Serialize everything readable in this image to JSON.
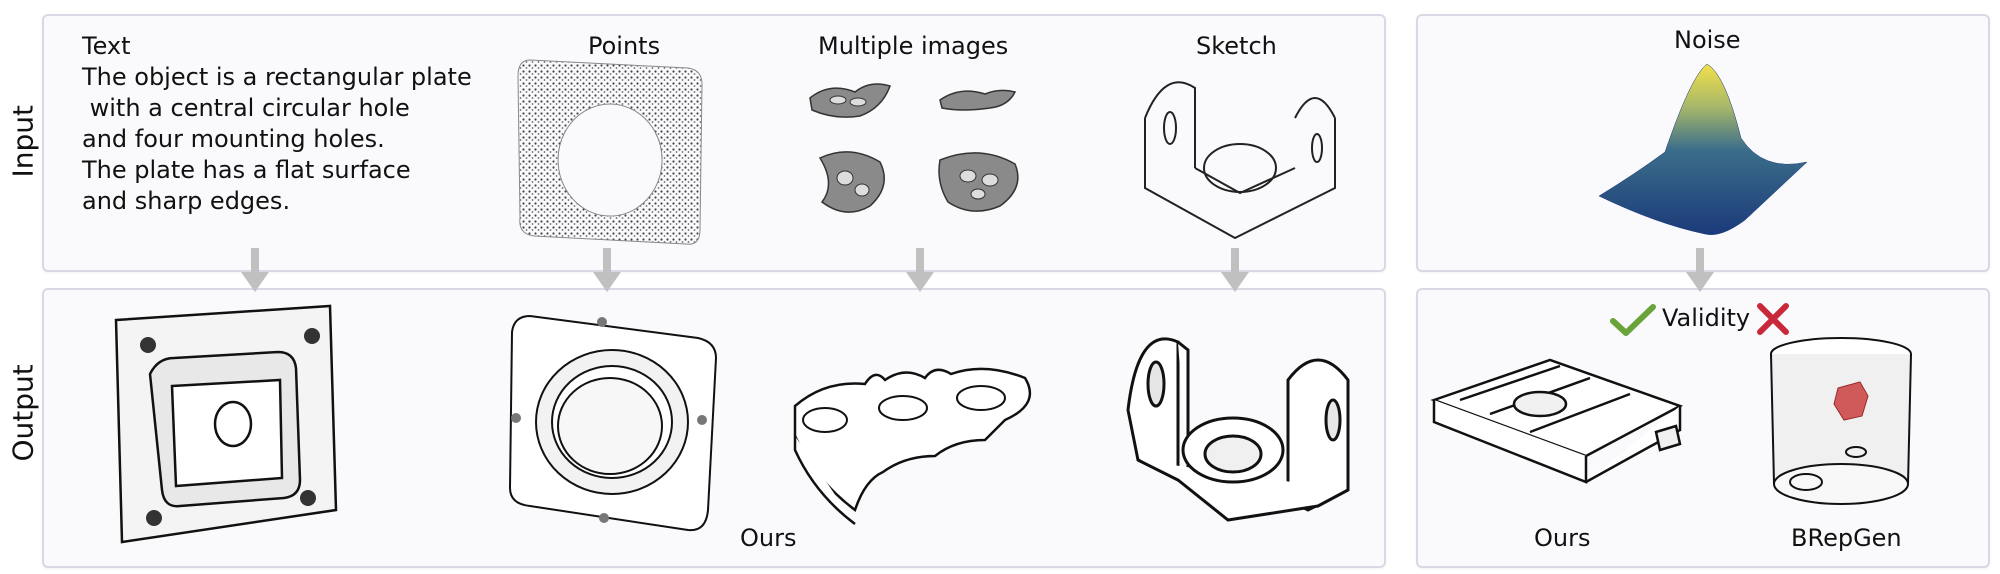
{
  "rows": {
    "input": "Input",
    "output": "Output"
  },
  "inputs": {
    "text_title": "Text",
    "text_lines": [
      "The object is a rectangular plate",
      " with a central circular hole",
      "and four mounting holes.",
      "The plate has a flat surface",
      "and sharp edges."
    ],
    "points": "Points",
    "multiple_images": "Multiple images",
    "sketch": "Sketch",
    "noise": "Noise"
  },
  "outputs": {
    "ours_left": "Ours",
    "validity": "Validity",
    "ours_right": "Ours",
    "brepgen": "BRepGen"
  },
  "icons": {
    "valid": "check-icon",
    "invalid": "cross-icon",
    "flow": "arrow-down-icon"
  },
  "colors": {
    "check": "#6aa33a",
    "cross": "#c8283a",
    "noise_low": "#1b3a7a",
    "noise_high": "#f2e04a",
    "arrow": "#c0c0c0"
  }
}
